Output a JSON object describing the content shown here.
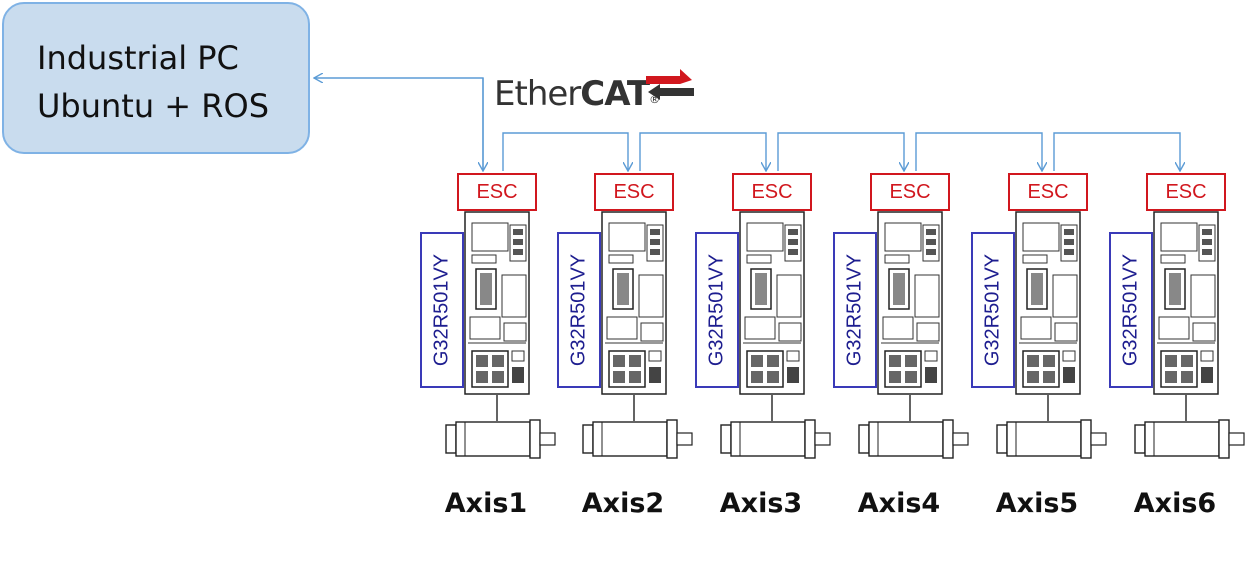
{
  "pc": {
    "line1": "Industrial PC",
    "line2": "Ubuntu + ROS"
  },
  "ethercat": {
    "prefix": "Ether",
    "suffix": "CAT",
    "mark": "®",
    "arrow_color": "#d1171e"
  },
  "colors": {
    "link": "#5b9bd5",
    "esc": "#d1171e",
    "model": "#3a3ab8",
    "pc_fill": "#c9dcee",
    "pc_border": "#7fb2e5"
  },
  "icons": {
    "drive": "servo-drive-icon",
    "motor": "servo-motor-icon"
  },
  "axes": [
    {
      "esc": "ESC",
      "model": "G32R501VY",
      "label": "Axis1"
    },
    {
      "esc": "ESC",
      "model": "G32R501VY",
      "label": "Axis2"
    },
    {
      "esc": "ESC",
      "model": "G32R501VY",
      "label": "Axis3"
    },
    {
      "esc": "ESC",
      "model": "G32R501VY",
      "label": "Axis4"
    },
    {
      "esc": "ESC",
      "model": "G32R501VY",
      "label": "Axis5"
    },
    {
      "esc": "ESC",
      "model": "G32R501VY",
      "label": "Axis6"
    }
  ]
}
